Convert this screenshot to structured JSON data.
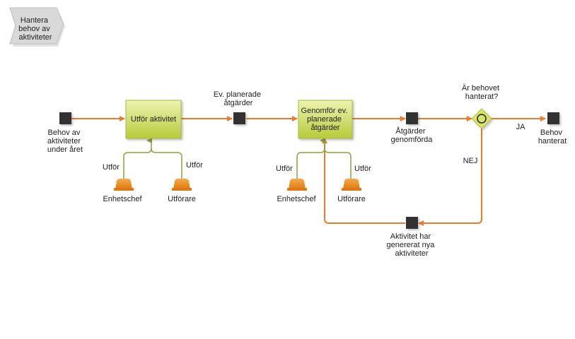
{
  "process_tag": {
    "lines": [
      "Hantera",
      "behov av",
      "aktiviteter"
    ]
  },
  "colors": {
    "flow": "#f07a2a",
    "support_line": "#8aa33a",
    "activity_fill_top": "#e6ee9a",
    "activity_fill_bottom": "#b9cc3e",
    "event": "#333333",
    "gateway": "#d9e26b",
    "role": "#ef8f1c",
    "tag": "#d8d8d8"
  },
  "events": {
    "start": {
      "lines": [
        "Behov av",
        "aktiviteter",
        "under året"
      ]
    },
    "planned": {
      "lines": [
        "Ev. planerade",
        "åtgärder"
      ]
    },
    "done": {
      "lines": [
        "Åtgärder",
        "genomförda"
      ]
    },
    "end": {
      "lines": [
        "Behov",
        "hanterat"
      ]
    },
    "new_activities": {
      "lines": [
        "Aktivitet har",
        "genererat nya",
        "aktiviteter"
      ]
    }
  },
  "activities": {
    "perform": {
      "lines": [
        "Utför aktivitet"
      ]
    },
    "implement": {
      "lines": [
        "Genomför ev.",
        "planerade",
        "åtgärder"
      ]
    }
  },
  "gateway": {
    "question_lines": [
      "Är behovet",
      "hanterat?"
    ],
    "yes": "JA",
    "no": "NEJ"
  },
  "roles": {
    "a1": {
      "name": "Enhetschef",
      "relation": "Utför"
    },
    "a2": {
      "name": "Utförare",
      "relation": "Utför"
    },
    "b1": {
      "name": "Enhetschef",
      "relation": "Utför"
    },
    "b2": {
      "name": "Utförare",
      "relation": "Utför"
    }
  }
}
